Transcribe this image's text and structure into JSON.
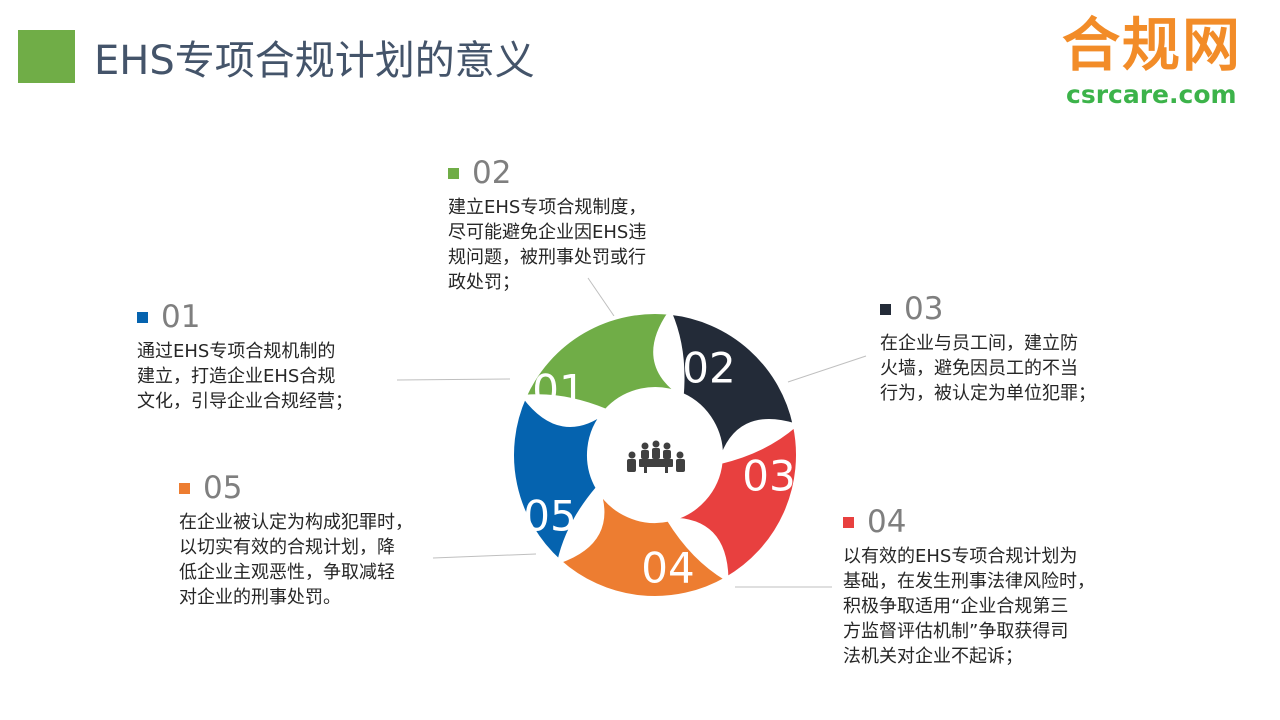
{
  "title": "EHS专项合规计划的意义",
  "logo": {
    "cn": "合规网",
    "en": "csrcare.com"
  },
  "colors": {
    "accent_green": "#70ad47",
    "seg01": "#0563af",
    "seg02": "#70ad47",
    "seg03": "#232b38",
    "seg04": "#e8403f",
    "seg05": "#ed7d31"
  },
  "center_icon": "meeting-people-icon",
  "items": [
    {
      "num": "01",
      "color": "#0563af",
      "text": [
        "通过EHS专项合规机制的",
        "建立，打造企业EHS合规",
        "文化，引导企业合规经营；"
      ]
    },
    {
      "num": "02",
      "color": "#70ad47",
      "text": [
        "建立EHS专项合规制度，",
        "尽可能避免企业因EHS违",
        "规问题，被刑事处罚或行",
        "政处罚；"
      ]
    },
    {
      "num": "03",
      "color": "#232b38",
      "text": [
        "在企业与员工间，建立防",
        "火墙，避免因员工的不当",
        "行为，被认定为单位犯罪；"
      ]
    },
    {
      "num": "04",
      "color": "#e8403f",
      "text": [
        "以有效的EHS专项合规计划为",
        "基础，在发生刑事法律风险时，",
        "积极争取适用“企业合规第三",
        "方监督评估机制”争取获得司",
        "法机关对企业不起诉；"
      ]
    },
    {
      "num": "05",
      "color": "#ed7d31",
      "text": [
        "在企业被认定为构成犯罪时，",
        "以切实有效的合规计划，降",
        "低企业主观恶性，争取减轻",
        "对企业的刑事处罚。"
      ]
    }
  ]
}
